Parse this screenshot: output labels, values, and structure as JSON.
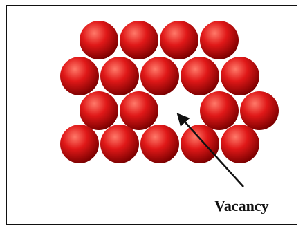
{
  "figure": {
    "vacancy_label": "Vacancy",
    "atom_color": "#e01818",
    "atom_highlight": "#ff7a6a",
    "atom_shadow": "#7a0000",
    "arrow_color": "#111111",
    "rows": [
      {
        "atoms": 4,
        "vacancy_index": null
      },
      {
        "atoms": 5,
        "vacancy_index": null
      },
      {
        "atoms": 4,
        "vacancy_index": 2
      },
      {
        "atoms": 5,
        "vacancy_index": null
      }
    ]
  }
}
